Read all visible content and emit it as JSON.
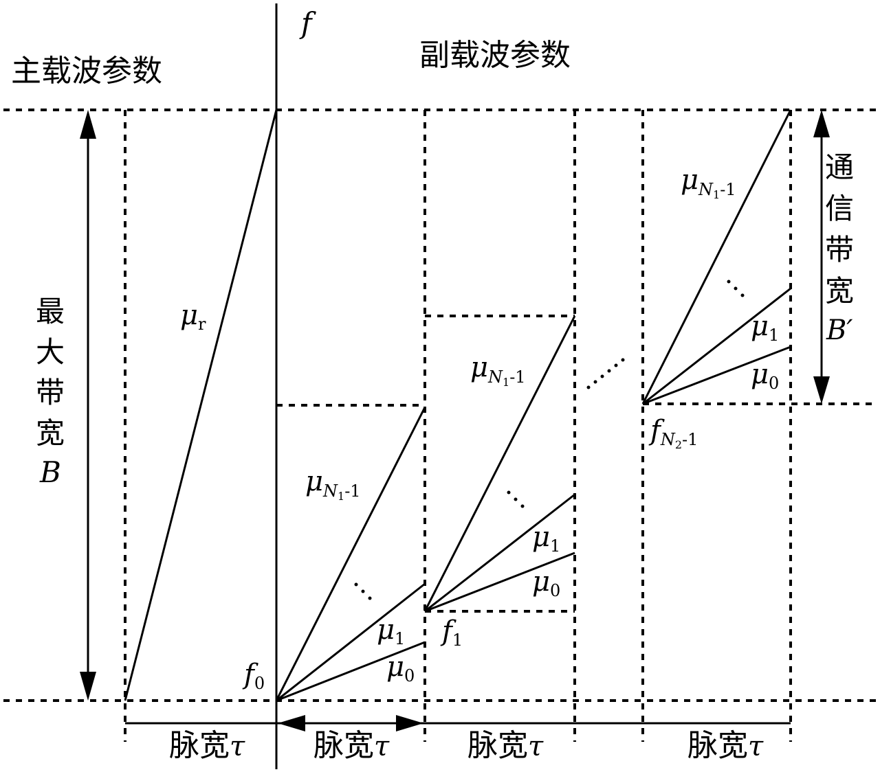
{
  "labels": {
    "main_carrier": "主载波参数",
    "sub_carrier": "副载波参数",
    "freq_axis": "f",
    "max_bandwidth_chars": [
      "最",
      "大",
      "带",
      "宽"
    ],
    "max_bandwidth_symbol": "B",
    "comm_bandwidth_chars": [
      "通",
      "信",
      "带",
      "宽"
    ],
    "comm_bandwidth_symbol": "B′",
    "pulse_width": "脉宽",
    "tau": "τ",
    "mu": "μ",
    "mu_r_sub": "r",
    "mu_0_sub": "0",
    "mu_1_sub": "1",
    "mu_n_sub_prefix": "N",
    "mu_n_sub_index": "1",
    "mu_n_sub_suffix": "-1",
    "f0_sub": "0",
    "f1_sub": "1",
    "fn_sub_prefix": "N",
    "fn_sub_index": "2",
    "fn_sub_suffix": "-1",
    "f_symbol": "f"
  }
}
